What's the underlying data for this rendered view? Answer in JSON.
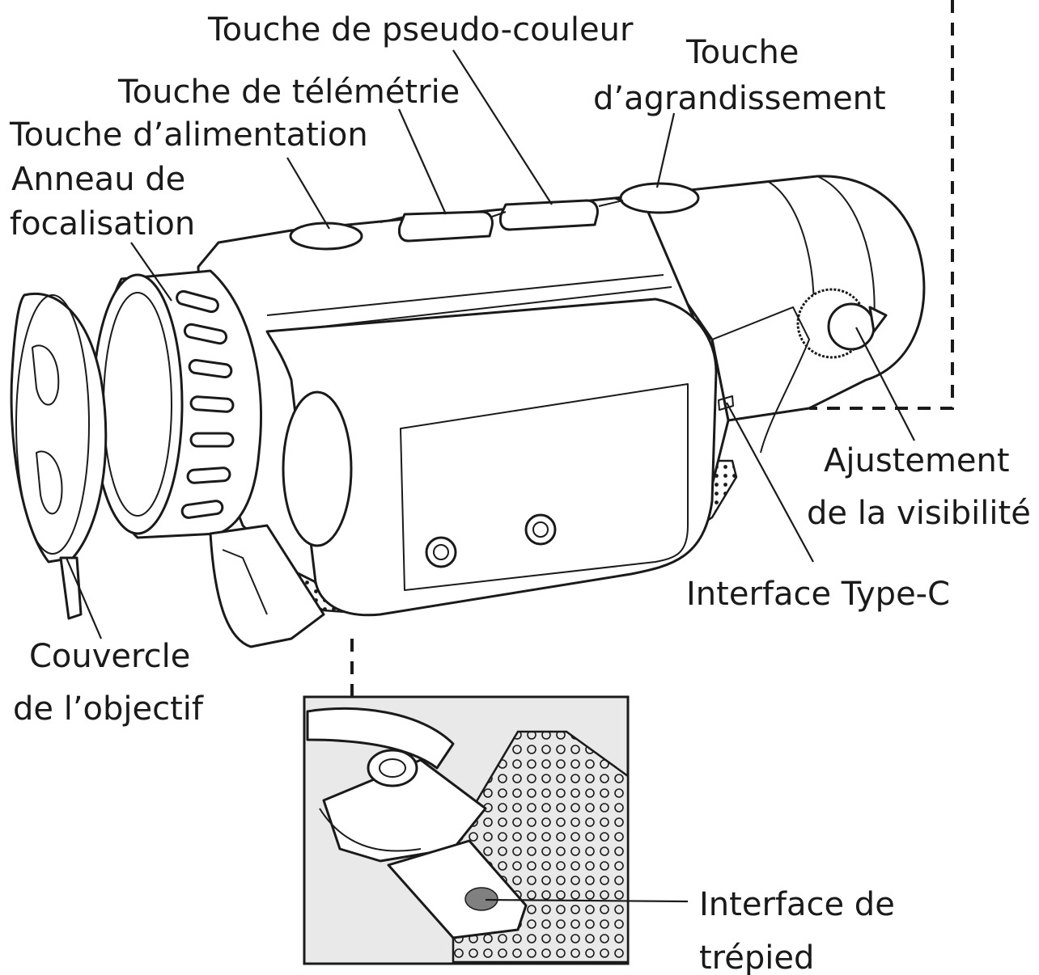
{
  "labels": {
    "pseudo_color_key": "Touche de pseudo-couleur",
    "magnification_key_l1": "Touche",
    "magnification_key_l2": "d’agrandissement",
    "ranging_key": "Touche de télémétrie",
    "power_key": "Touche d’alimentation",
    "focus_ring_l1": "Anneau de",
    "focus_ring_l2": "focalisation",
    "diopter_l1": "Ajustement",
    "diopter_l2": "de la visibilité",
    "type_c": "Interface Type-C",
    "lens_cover_l1": "Couvercle",
    "lens_cover_l2": "de l’objectif",
    "tripod_l1": "Interface de",
    "tripod_l2": "trépied"
  },
  "colors": {
    "line": "#1a1a1a",
    "inset_background": "#e9e9e9",
    "tripod_socket": "#808080"
  }
}
